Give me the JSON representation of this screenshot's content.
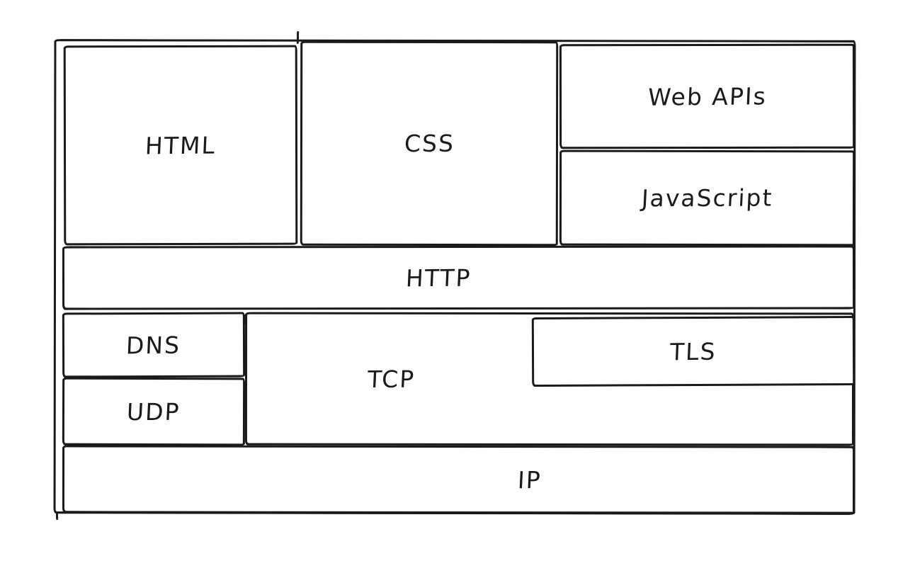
{
  "colors": {
    "stroke": "#1b1b1b",
    "background": "#ffffff"
  },
  "layers": {
    "html": "HTML",
    "css": "CSS",
    "web_apis": "Web APIs",
    "javascript": "JavaScript",
    "http": "HTTP",
    "dns": "DNS",
    "udp": "UDP",
    "tcp": "TCP",
    "tls": "TLS",
    "ip": "IP"
  }
}
